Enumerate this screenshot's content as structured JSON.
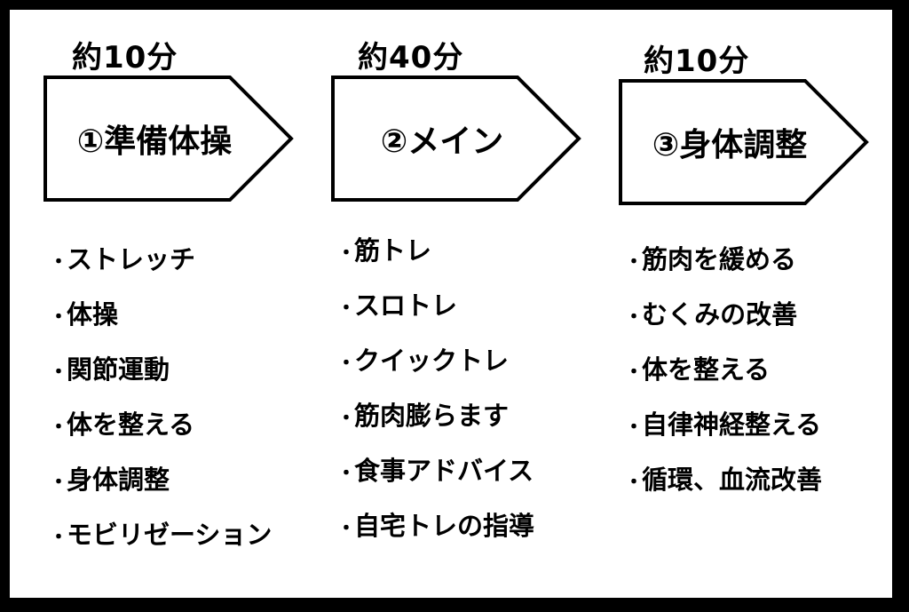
{
  "columns": [
    {
      "duration": "約10分",
      "title": "①準備体操",
      "items": [
        "ストレッチ",
        "体操",
        "関節運動",
        "体を整える",
        "身体調整",
        "モビリゼーション"
      ]
    },
    {
      "duration": "約40分",
      "title": "②メイン",
      "items": [
        "筋トレ",
        "スロトレ",
        "クイックトレ",
        "筋肉膨らます",
        "食事アドバイス",
        "自宅トレの指導"
      ]
    },
    {
      "duration": "約10分",
      "title": "③身体調整",
      "items": [
        "筋肉を緩める",
        "むくみの改善",
        "体を整える",
        "自律神経整える",
        "循環、血流改善"
      ]
    }
  ],
  "bullet": "・",
  "colors": {
    "background": "#ffffff",
    "ink": "#000000",
    "outer_border": "#000000"
  },
  "icons": [
    "arrow-pentagon-icon"
  ]
}
